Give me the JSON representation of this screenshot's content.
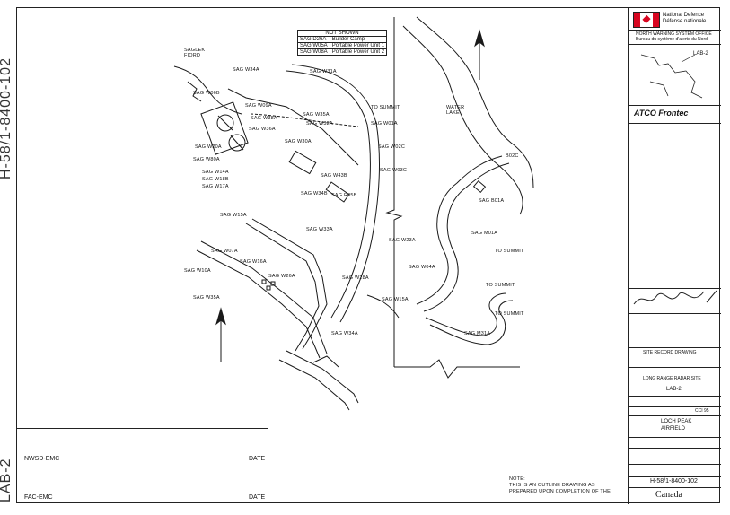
{
  "margin": {
    "top_text": "H-58/1-8400-102",
    "bottom_text": "LAB-2"
  },
  "legend": {
    "title": "NOT SHOWN",
    "rows": [
      {
        "code": "SAG D26A",
        "desc": "Builder Camp"
      },
      {
        "code": "SAG W05A",
        "desc": "Portable Power Unit 1"
      },
      {
        "code": "SAG W08A",
        "desc": "Portable Power Unit 2"
      }
    ]
  },
  "map_labels": {
    "saglek_fiord": "SAGLEK FIORD",
    "water_lake": "WATER LAKE",
    "to_summit_1": "TO SUMMIT",
    "to_summit_2": "TO SUMMIT",
    "to_summit_3": "TO SUMMIT",
    "to_summit_4": "TO SUMMIT",
    "sag_w34a": "SAG W34A",
    "sag_w31a": "SAG W31A",
    "sag_w06b": "SAG W06B",
    "sag_w09a": "SAG W09A",
    "sag_w35a": "SAG W35A",
    "sag_w38a": "SAG W38A",
    "sag_w32a": "SAG W32A",
    "sag_w36a": "SAG W36A",
    "sag_w01a": "SAG W01A",
    "sag_w02c": "SAG W02C",
    "sag_w03c": "SAG W03C",
    "sag_w20a": "SAG W20A",
    "sag_w30a": "SAG W30A",
    "sag_w80a": "SAG W80A",
    "sag_w43b": "SAG W43B",
    "sag_r05b": "SAG R05B",
    "sag_w34b": "SAG W34B",
    "sag_w15a": "SAG W15A",
    "sag_w33a": "SAG W33A",
    "sag_w23a": "SAG W23A",
    "sag_w07a": "SAG W07A",
    "sag_w16a": "SAG W16A",
    "sag_w14a": "SAG W14A",
    "sag_w18b": "SAG W18B",
    "sag_w17a": "SAG W17A",
    "sag_w10a": "SAG W10A",
    "sag_w26a": "SAG W26A",
    "sag_w28a": "SAG W28A",
    "sag_w35a_b": "SAG W35A",
    "sag_w15a_b": "SAG W15A",
    "sag_w04a": "SAG W04A",
    "sag_b01a": "SAG B01A",
    "sag_m01a": "SAG M01A",
    "sag_m31a": "SAG M31A",
    "sag_m34a": "SAG W34A",
    "b02c": "B02C"
  },
  "note": {
    "line1": "NOTE:",
    "line2": "THIS IS AN OUTLINE DRAWING AS",
    "line3": "PREPARED UPON COMPLETION OF THE"
  },
  "signatures": {
    "row1_left": "NWSD-EMC",
    "row1_right": "DATE",
    "row2_left": "FAC-EMC",
    "row2_right": "DATE"
  },
  "title_block": {
    "agency_en": "National Defence",
    "agency_fr": "Défense nationale",
    "system_en": "NORTH WARNING SYSTEM OFFICE",
    "system_fr": "Bureau du système d'alerte du Nord",
    "site_tag": "LAB-2",
    "contractor": "ATCO Frontec",
    "drawing_type": "SITE RECORD DRAWING",
    "project": "LONG RANGE RADAR SITE",
    "site_code": "LAB-2",
    "ccl": "CCI 95",
    "title_line1": "LOCH PEAK",
    "title_line2": "AIRFIELD",
    "drawing_no": "H-58/1-8400-102",
    "country": "Canada"
  },
  "colors": {
    "ink": "#1a1a1a",
    "flag_red": "#d80621"
  }
}
